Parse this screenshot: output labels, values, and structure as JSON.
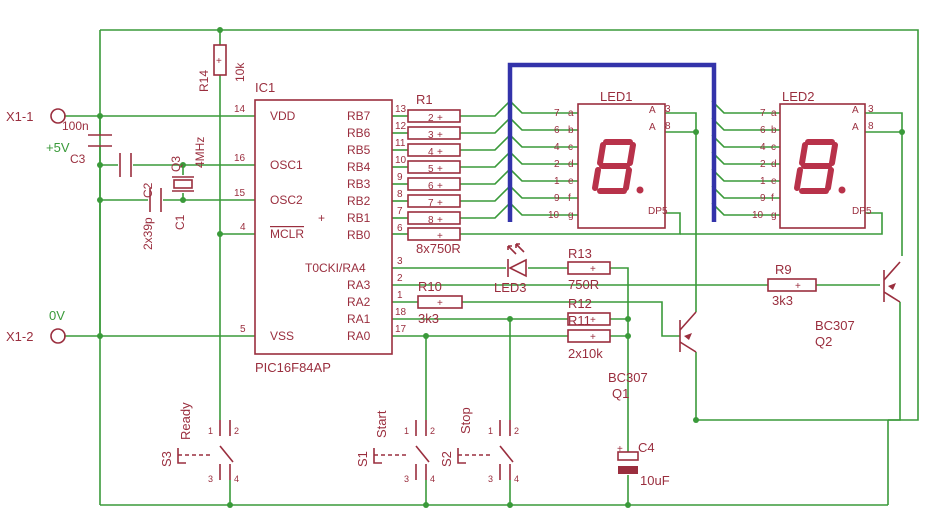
{
  "connectors": {
    "x1_1": "X1-1",
    "x1_2": "X1-2",
    "plus5v": "+5V",
    "zerov": "0V"
  },
  "ic1": {
    "name": "IC1",
    "part": "PIC16F84AP",
    "left_pins": [
      {
        "num": "14",
        "name": "VDD"
      },
      {
        "num": "16",
        "name": "OSC1"
      },
      {
        "num": "15",
        "name": "OSC2"
      },
      {
        "num": "4",
        "name": "MCLR"
      },
      {
        "num": "5",
        "name": "VSS"
      }
    ],
    "right_pins": [
      {
        "num": "13",
        "name": "RB7"
      },
      {
        "num": "12",
        "name": "RB6"
      },
      {
        "num": "11",
        "name": "RB5"
      },
      {
        "num": "10",
        "name": "RB4"
      },
      {
        "num": "9",
        "name": "RB3"
      },
      {
        "num": "8",
        "name": "RB2"
      },
      {
        "num": "7",
        "name": "RB1"
      },
      {
        "num": "6",
        "name": "RB0"
      },
      {
        "num": "3",
        "name": "T0CKI/RA4"
      },
      {
        "num": "2",
        "name": "RA3"
      },
      {
        "num": "1",
        "name": "RA2"
      },
      {
        "num": "18",
        "name": "RA1"
      },
      {
        "num": "17",
        "name": "RA0"
      }
    ]
  },
  "r1": {
    "name": "R1",
    "value": "8x750R",
    "pins": [
      "2",
      "3",
      "4",
      "5",
      "6",
      "7",
      "8"
    ]
  },
  "r14": {
    "name": "R14",
    "value": "10k"
  },
  "c3": {
    "name": "C3",
    "value": "100n"
  },
  "c1": {
    "name": "C1"
  },
  "c2": {
    "name": "C2",
    "value": "2x39p"
  },
  "q3": {
    "name": "Q3",
    "value": "4MHz"
  },
  "led1": {
    "name": "LED1"
  },
  "led2": {
    "name": "LED2"
  },
  "seg_pins": [
    {
      "num": "7",
      "seg": "a"
    },
    {
      "num": "6",
      "seg": "b"
    },
    {
      "num": "4",
      "seg": "c"
    },
    {
      "num": "2",
      "seg": "d"
    },
    {
      "num": "1",
      "seg": "e"
    },
    {
      "num": "9",
      "seg": "f"
    },
    {
      "num": "10",
      "seg": "g"
    }
  ],
  "anode_pins": [
    {
      "label": "A",
      "num": "3"
    },
    {
      "label": "A",
      "num": "8"
    }
  ],
  "dp_label": "DP",
  "dp_num": "5",
  "r13": {
    "name": "R13",
    "value": "750R"
  },
  "led3": {
    "name": "LED3"
  },
  "r9": {
    "name": "R9",
    "value": "3k3"
  },
  "r10": {
    "name": "R10",
    "value": "3k3"
  },
  "r11": {
    "name": "R11"
  },
  "r12": {
    "name": "R12",
    "value": "2x10k"
  },
  "q1": {
    "name": "Q1",
    "value": "BC307"
  },
  "q2": {
    "name": "Q2",
    "value": "BC307"
  },
  "c4": {
    "name": "C4",
    "value": "10uF"
  },
  "switches": [
    {
      "name": "S3",
      "label": "Ready"
    },
    {
      "name": "S1",
      "label": "Start"
    },
    {
      "name": "S2",
      "label": "Stop"
    }
  ],
  "switch_pins": [
    "1",
    "2",
    "3",
    "4"
  ],
  "plus_sign": "+",
  "digit_glyph": "8."
}
